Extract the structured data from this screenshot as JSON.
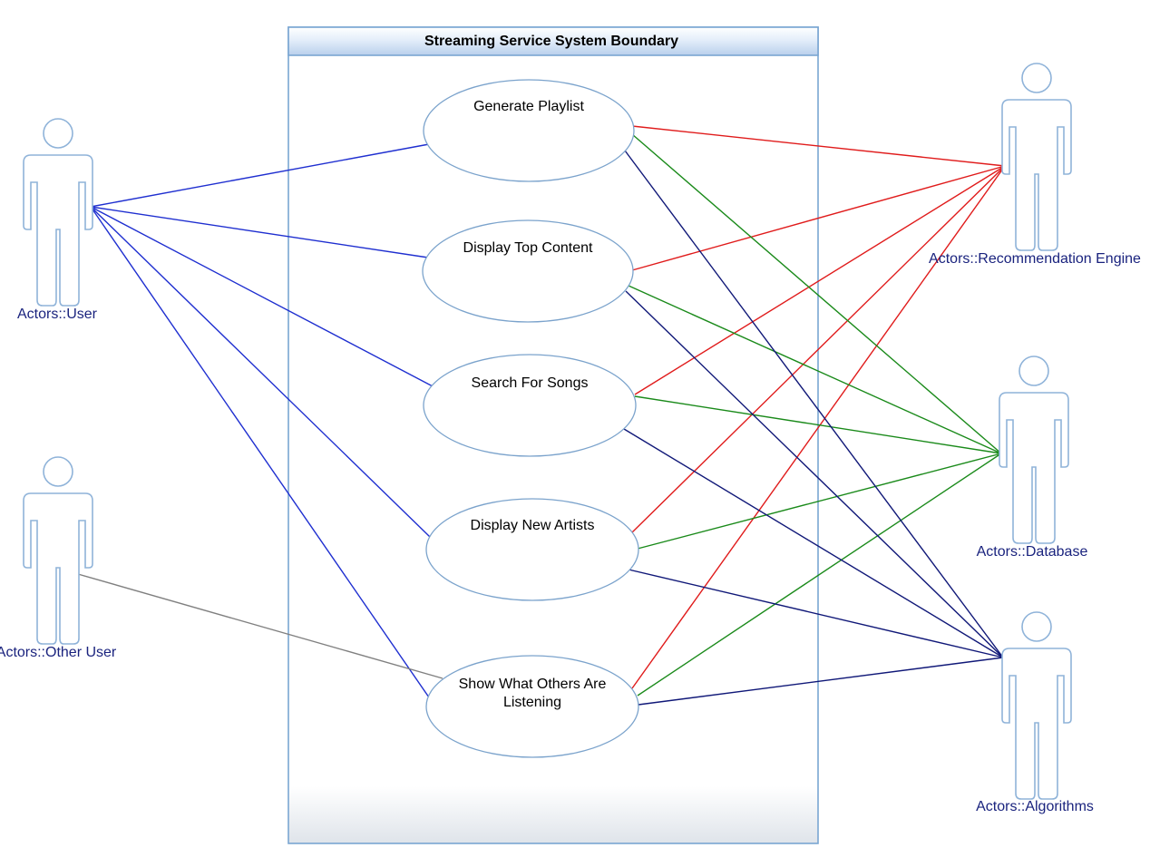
{
  "boundary": {
    "title": "Streaming Service System Boundary"
  },
  "use_cases": [
    {
      "id": "generate-playlist",
      "lines": [
        "Generate Playlist"
      ]
    },
    {
      "id": "display-top-content",
      "lines": [
        "Display Top Content"
      ]
    },
    {
      "id": "search-for-songs",
      "lines": [
        "Search For Songs"
      ]
    },
    {
      "id": "display-new-artists",
      "lines": [
        "Display New Artists"
      ]
    },
    {
      "id": "show-what-others-are-listening",
      "lines": [
        "Show What Others Are",
        "Listening"
      ]
    }
  ],
  "actors": [
    {
      "id": "user",
      "label": "Actors::User"
    },
    {
      "id": "other-user",
      "label": "Actors::Other User"
    },
    {
      "id": "recommendation-engine",
      "label": "Actors::Recommendation Engine"
    },
    {
      "id": "database",
      "label": "Actors::Database"
    },
    {
      "id": "algorithms",
      "label": "Actors::Algorithms"
    }
  ],
  "colors": {
    "user_link": "#1f2fd0",
    "other_user_link": "#808080",
    "recommendation_engine_link": "#e01b1b",
    "database_link": "#1a8a1a",
    "algorithms_link": "#101878"
  },
  "associations": [
    {
      "actor": "user",
      "use_case": "generate-playlist",
      "color": "user_link"
    },
    {
      "actor": "user",
      "use_case": "display-top-content",
      "color": "user_link"
    },
    {
      "actor": "user",
      "use_case": "search-for-songs",
      "color": "user_link"
    },
    {
      "actor": "user",
      "use_case": "display-new-artists",
      "color": "user_link"
    },
    {
      "actor": "user",
      "use_case": "show-what-others-are-listening",
      "color": "user_link"
    },
    {
      "actor": "other-user",
      "use_case": "show-what-others-are-listening",
      "color": "other_user_link"
    },
    {
      "actor": "recommendation-engine",
      "use_case": "generate-playlist",
      "color": "recommendation_engine_link"
    },
    {
      "actor": "recommendation-engine",
      "use_case": "display-top-content",
      "color": "recommendation_engine_link"
    },
    {
      "actor": "recommendation-engine",
      "use_case": "search-for-songs",
      "color": "recommendation_engine_link"
    },
    {
      "actor": "recommendation-engine",
      "use_case": "display-new-artists",
      "color": "recommendation_engine_link"
    },
    {
      "actor": "recommendation-engine",
      "use_case": "show-what-others-are-listening",
      "color": "recommendation_engine_link"
    },
    {
      "actor": "database",
      "use_case": "generate-playlist",
      "color": "database_link"
    },
    {
      "actor": "database",
      "use_case": "display-top-content",
      "color": "database_link"
    },
    {
      "actor": "database",
      "use_case": "search-for-songs",
      "color": "database_link"
    },
    {
      "actor": "database",
      "use_case": "display-new-artists",
      "color": "database_link"
    },
    {
      "actor": "database",
      "use_case": "show-what-others-are-listening",
      "color": "database_link"
    },
    {
      "actor": "algorithms",
      "use_case": "generate-playlist",
      "color": "algorithms_link"
    },
    {
      "actor": "algorithms",
      "use_case": "display-top-content",
      "color": "algorithms_link"
    },
    {
      "actor": "algorithms",
      "use_case": "search-for-songs",
      "color": "algorithms_link"
    },
    {
      "actor": "algorithms",
      "use_case": "display-new-artists",
      "color": "algorithms_link"
    },
    {
      "actor": "algorithms",
      "use_case": "show-what-others-are-listening",
      "color": "algorithms_link"
    }
  ]
}
